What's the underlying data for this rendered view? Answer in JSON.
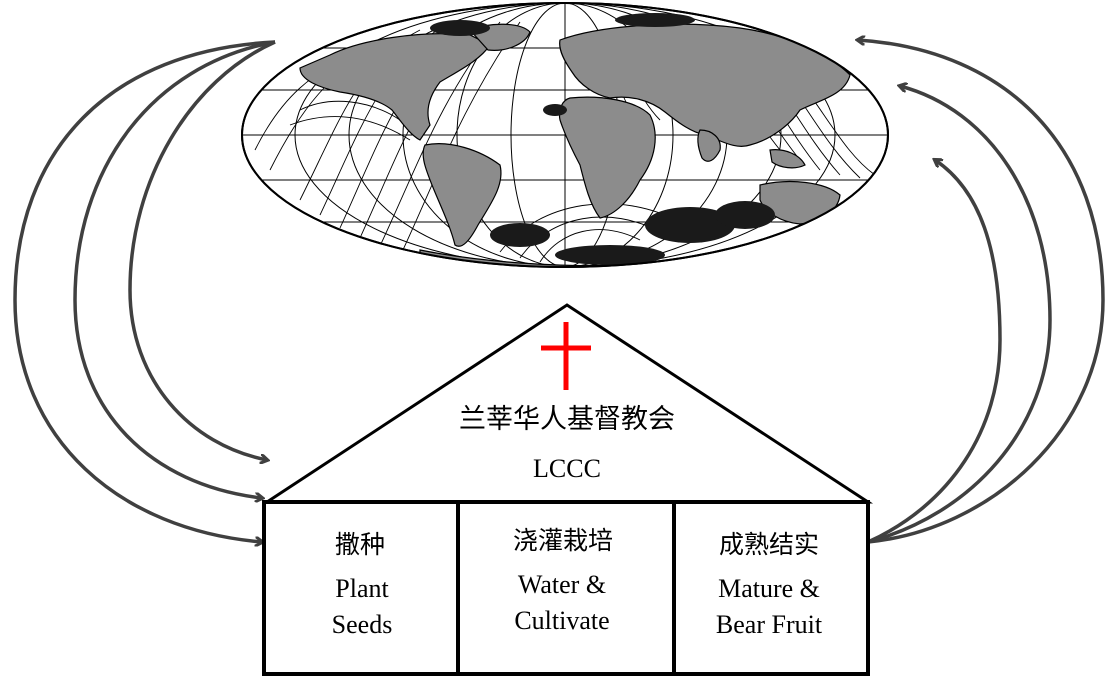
{
  "church": {
    "name_chinese": "兰莘华人基督教会",
    "name_abbrev": "LCCC"
  },
  "pillars": [
    {
      "chinese": "撒种",
      "english_line1": "Plant",
      "english_line2": "Seeds"
    },
    {
      "chinese": "浇灌栽培",
      "english_line1": "Water &",
      "english_line2": "Cultivate"
    },
    {
      "chinese": "成熟结实",
      "english_line1": "Mature &",
      "english_line2": "Bear Fruit"
    }
  ],
  "colors": {
    "cross": "#ff0000",
    "stroke": "#000000",
    "arrow": "#404040",
    "land": "#8c8c8c"
  }
}
